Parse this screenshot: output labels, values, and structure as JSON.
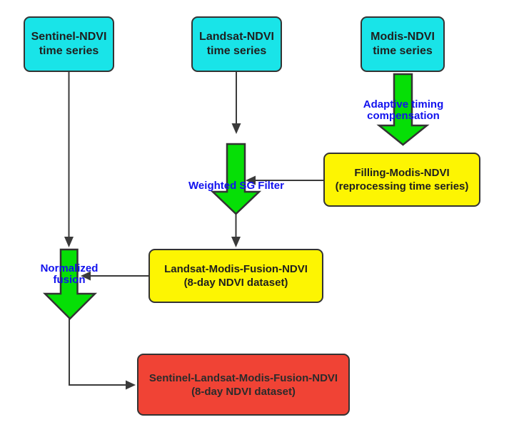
{
  "nodes": {
    "sentinel": {
      "line1": "Sentinel-NDVI",
      "line2": "time series"
    },
    "landsat": {
      "line1": "Landsat-NDVI",
      "line2": "time series"
    },
    "modis": {
      "line1": "Modis-NDVI",
      "line2": "time series"
    },
    "filling": {
      "line1": "Filling-Modis-NDVI",
      "line2": "(reprocessing time series)"
    },
    "fusion": {
      "line1": "Landsat-Modis-Fusion-NDVI",
      "line2": "(8-day NDVI dataset)"
    },
    "final": {
      "line1": "Sentinel-Landsat-Modis-Fusion-NDVI",
      "line2": "(8-day NDVI dataset)"
    }
  },
  "labels": {
    "adaptive": {
      "line1": "Adaptive timing",
      "line2": "compensation"
    },
    "weighted": "Weighted SG Filter",
    "normalized": {
      "line1": "Normalized",
      "line2": "fusion"
    }
  },
  "colors": {
    "node_cyan": "#19e4e8",
    "node_yellow": "#fdf502",
    "node_red": "#f04335",
    "block_arrow_green": "#06df06",
    "label_blue": "#1212ee",
    "border_dark": "#333333",
    "connector_gray": "#3a3a3a",
    "background": "#ffffff"
  }
}
